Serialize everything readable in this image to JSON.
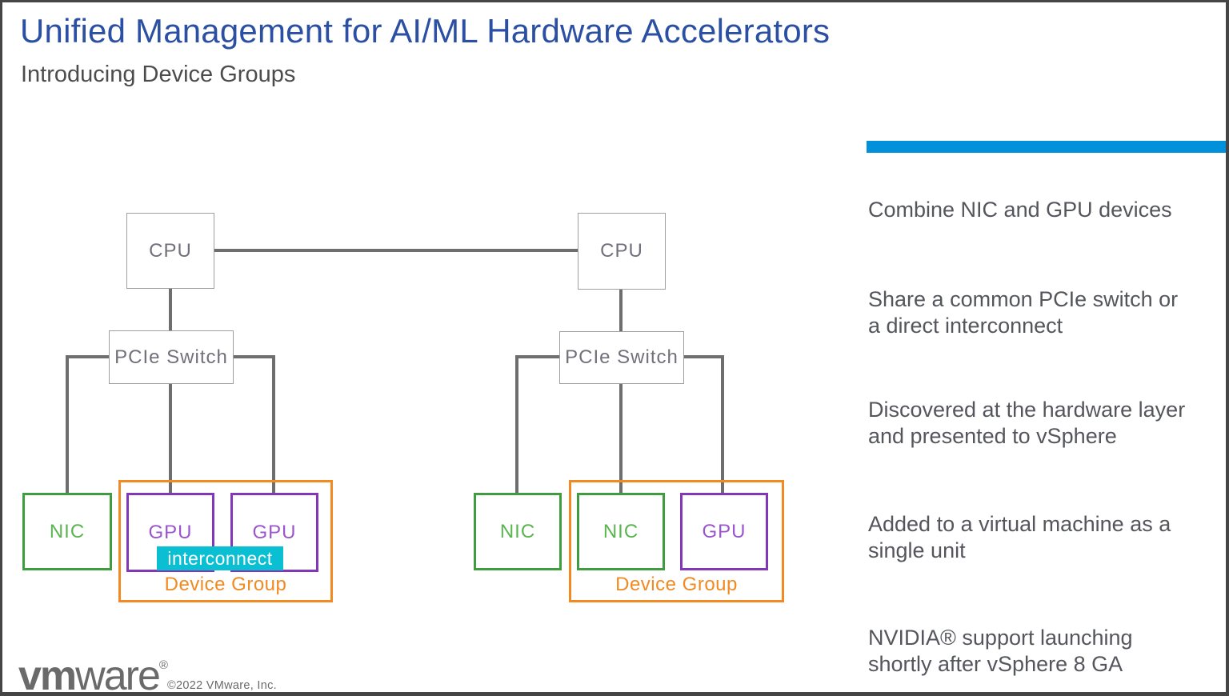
{
  "header": {
    "title": "Unified Management for AI/ML Hardware Accelerators",
    "subtitle": "Introducing Device Groups"
  },
  "diagram": {
    "left_system": {
      "cpu": "CPU",
      "pcie_switch": "PCIe Switch",
      "nic": "NIC",
      "gpu1": "GPU",
      "gpu2": "GPU",
      "interconnect": "interconnect",
      "device_group_label": "Device Group"
    },
    "right_system": {
      "cpu": "CPU",
      "pcie_switch": "PCIe Switch",
      "nic_standalone": "NIC",
      "nic_grouped": "NIC",
      "gpu": "GPU",
      "device_group_label": "Device Group"
    }
  },
  "sidebar": {
    "bullets": [
      "Combine NIC and GPU devices",
      "Share a common PCIe switch or\na direct interconnect",
      "Discovered at the hardware layer\nand presented to vSphere",
      "Added to a virtual machine as a\nsingle unit",
      "NVIDIA® support launching\nshortly after vSphere 8 GA"
    ]
  },
  "footer": {
    "logo_bold": "vm",
    "logo_light": "ware",
    "logo_mark": "®",
    "copyright": "©2022 VMware, Inc."
  },
  "colors": {
    "title_blue": "#2b4fa3",
    "accent_blue": "#0091da",
    "bullet_gray": "#54565c",
    "line_gray": "#6e6e6e",
    "nic_green_border": "#3f9c3f",
    "gpu_purple_border": "#8137b8",
    "group_orange": "#f08a21",
    "interconnect_teal": "#0abfd2",
    "logo_gray": "#6a6a6a"
  }
}
